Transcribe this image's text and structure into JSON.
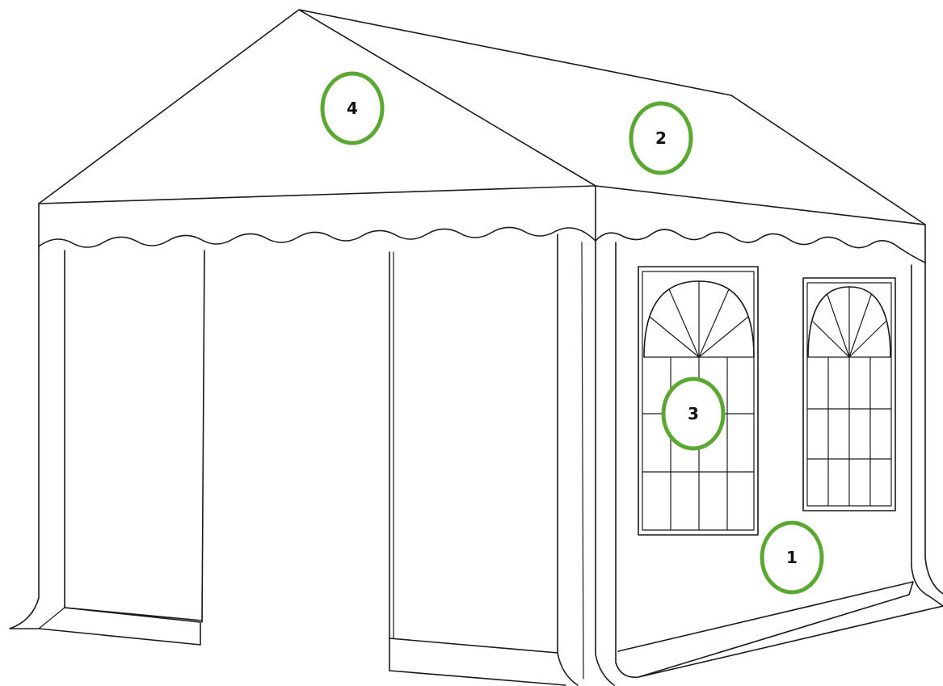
{
  "colors": {
    "line": "#1a1a1a",
    "marker_ring": "#5aa832",
    "background": "#ffffff"
  },
  "markers": [
    {
      "id": "side-wall",
      "label": "1"
    },
    {
      "id": "roof-side",
      "label": "2"
    },
    {
      "id": "window",
      "label": "3"
    },
    {
      "id": "gable-roof",
      "label": "4"
    }
  ]
}
